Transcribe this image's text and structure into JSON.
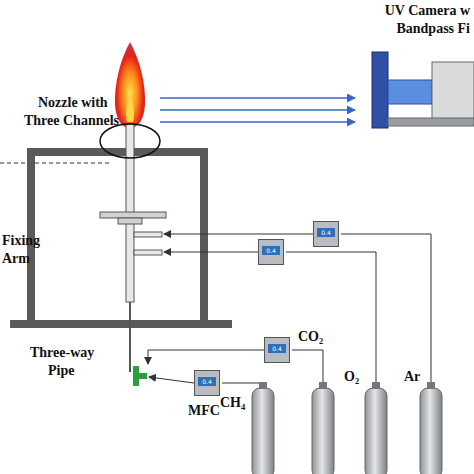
{
  "diagram": {
    "nodes": [
      {
        "text": [
          "0.4"
        ]
      },
      {
        "text": [
          "0.4"
        ]
      },
      {
        "text": [
          "0.4"
        ]
      },
      {
        "text": [
          "0.4"
        ]
      }
    ],
    "labels": [
      "UV Camera w",
      "Bandpass Fi",
      "Nozzle with",
      "Three Channels",
      "Fixing",
      "Arm",
      "Three-way",
      "Pipe",
      "MFC",
      "CH₄",
      "CO₂",
      "O₂",
      "Ar"
    ]
  }
}
